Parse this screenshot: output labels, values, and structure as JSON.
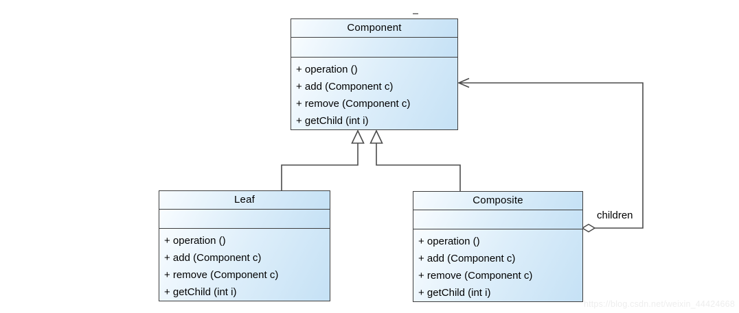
{
  "diagram": {
    "type": "uml-class-diagram",
    "pattern": "Composite",
    "classes": [
      {
        "id": "component",
        "name": "Component",
        "attributes": [],
        "methods": [
          "+ operation ()",
          "+ add (Component c)",
          "+ remove (Component c)",
          "+ getChild (int i)"
        ]
      },
      {
        "id": "leaf",
        "name": "Leaf",
        "attributes": [],
        "methods": [
          "+ operation ()",
          "+ add (Component c)",
          "+ remove (Component c)",
          "+ getChild (int i)"
        ]
      },
      {
        "id": "composite",
        "name": "Composite",
        "attributes": [],
        "methods": [
          "+ operation ()",
          "+ add (Component c)",
          "+ remove (Component c)",
          "+ getChild (int i)"
        ]
      }
    ],
    "relations": [
      {
        "type": "generalization",
        "from": "Leaf",
        "to": "Component",
        "label": ""
      },
      {
        "type": "generalization",
        "from": "Composite",
        "to": "Component",
        "label": ""
      },
      {
        "type": "aggregation",
        "from": "Composite",
        "to": "Component",
        "label": "children"
      }
    ],
    "colors": {
      "box_fill_light": "#f8fcff",
      "box_fill_dark": "#c5e1f5",
      "border": "#3d3d3d",
      "line": "#4a4a4a",
      "text": "#000000",
      "watermark": "#eeeeee"
    }
  },
  "watermark": "https://blog.csdn.net/weixin_44424668"
}
